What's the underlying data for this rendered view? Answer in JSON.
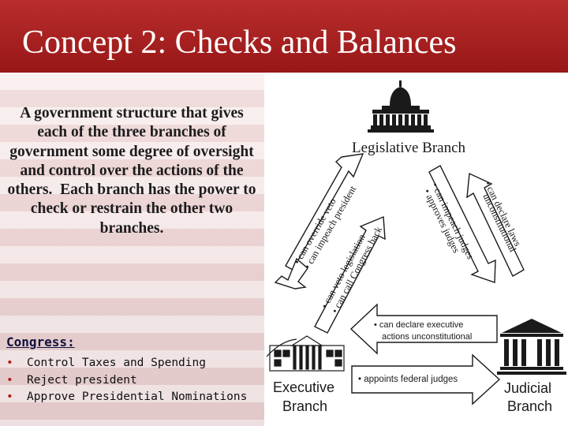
{
  "slide": {
    "title": "Concept 2: Checks and Balances",
    "definition_main": "A government structure that gives each of the three branches of government some degree of oversight and control over the actions of the others.",
    "definition_extra": "Each branch has the power to check or restrain the other two branches.",
    "congress_heading": "Congress:",
    "congress_powers": [
      "Control Taxes and Spending",
      "Reject president",
      "Approve Presidential Nominations"
    ],
    "bullet_char": "•"
  },
  "diagram": {
    "legislative_label": "Legislative Branch",
    "executive_label_1": "Executive",
    "executive_label_2": "Branch",
    "judicial_label_1": "Judicial",
    "judicial_label_2": "Branch",
    "leg_to_exec_1": "can override veto",
    "leg_to_exec_2": "can impeach president",
    "exec_to_leg_1": "can veto legislation",
    "exec_to_leg_2": "can call Congress back",
    "leg_to_jud_1": "can impeach judges",
    "leg_to_jud_2": "approves judges",
    "jud_to_leg_1": "can declare laws",
    "jud_to_leg_2": "unconstitutional",
    "jud_to_exec_1": "can declare executive",
    "jud_to_exec_2": "actions unconstitutional",
    "exec_to_jud": "appoints federal judges",
    "bullet_char": "•"
  },
  "colors": {
    "header_red": "#b31b1b",
    "panel_pink": "#f1dede",
    "text_dark": "#1c1c1c"
  },
  "icons": [
    "capitol-icon",
    "white-house-icon",
    "courthouse-icon"
  ]
}
